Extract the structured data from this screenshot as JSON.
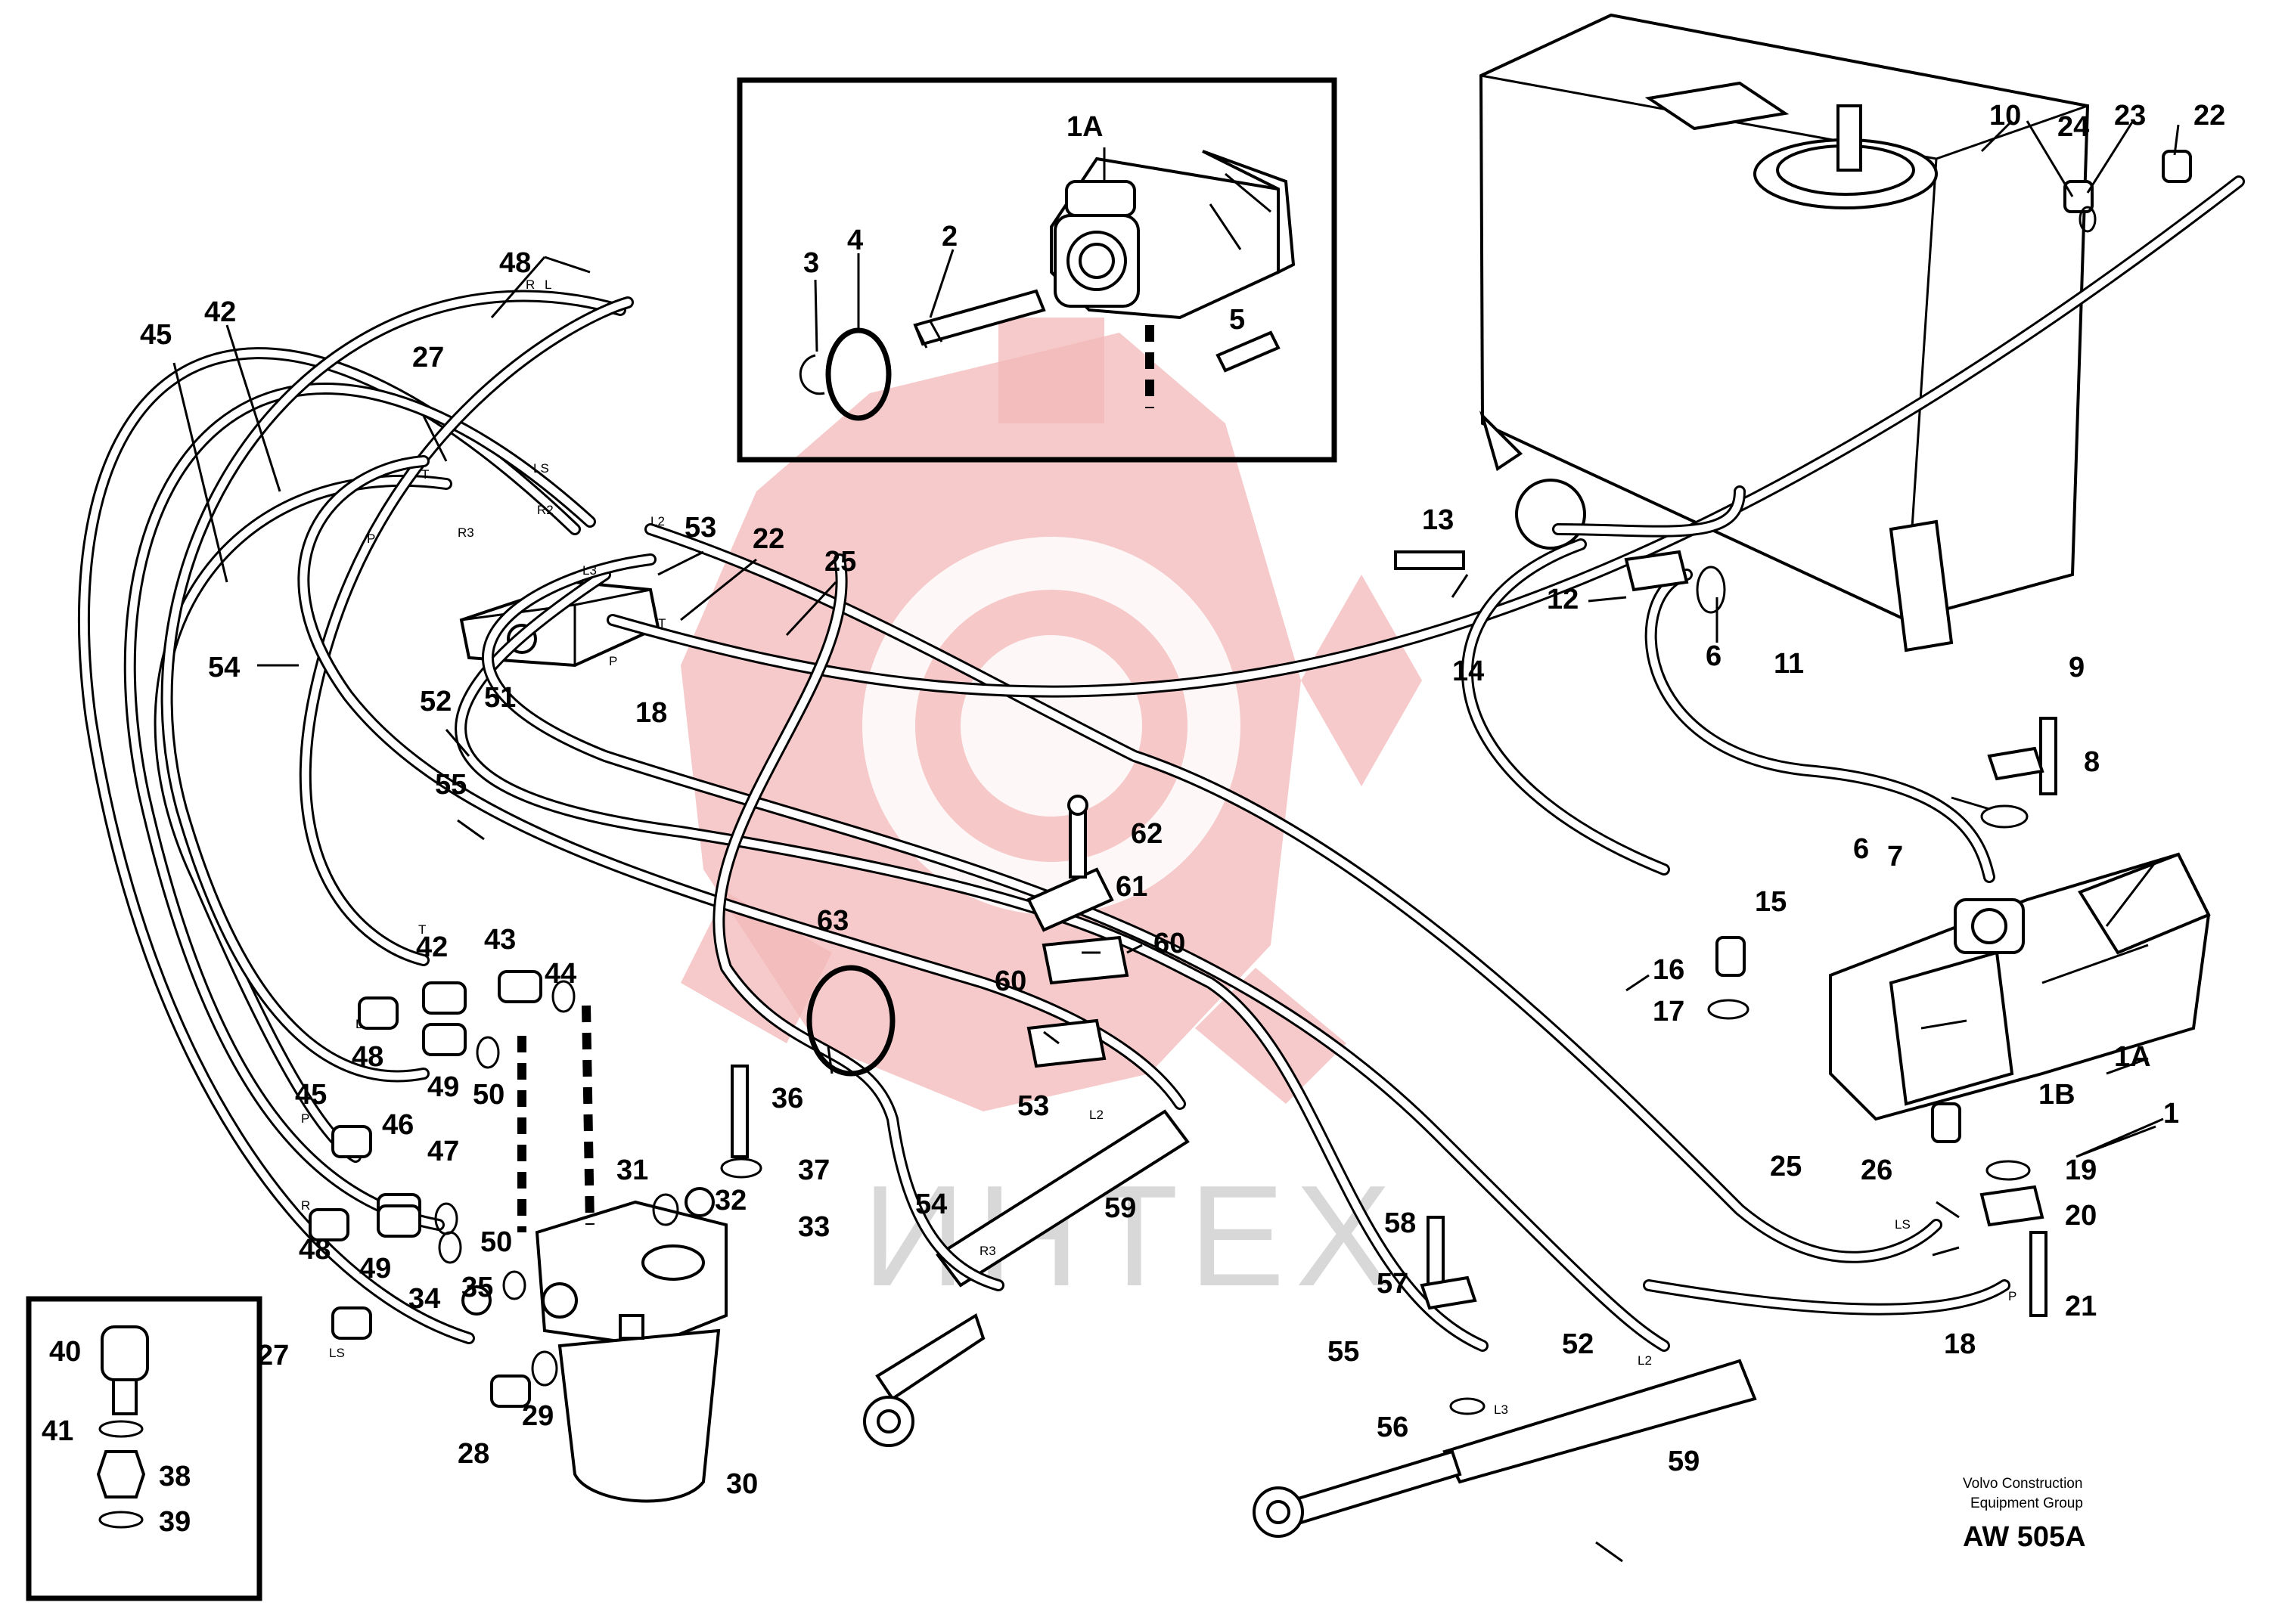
{
  "watermark": {
    "text": "ИНТЕХ",
    "color": "#f3b8b8"
  },
  "footer": {
    "company_line1": "Volvo Construction",
    "company_line2": "Equipment Group",
    "code": "AW 505A"
  },
  "callouts": {
    "c1": "1",
    "c1A_inset": "1A",
    "c1A_main": "1A",
    "c1B": "1B",
    "c2": "2",
    "c3": "3",
    "c4": "4",
    "c5": "5",
    "c6a": "6",
    "c6b": "6",
    "c7": "7",
    "c8": "8",
    "c9": "9",
    "c10": "10",
    "c11": "11",
    "c12": "12",
    "c13": "13",
    "c14": "14",
    "c15": "15",
    "c16": "16",
    "c17": "17",
    "c18a": "18",
    "c18b": "18",
    "c19": "19",
    "c20": "20",
    "c21": "21",
    "c22a": "22",
    "c22b": "22",
    "c23": "23",
    "c24": "24",
    "c25a": "25",
    "c25b": "25",
    "c26": "26",
    "c27a": "27",
    "c27b": "27",
    "c28": "28",
    "c29": "29",
    "c30": "30",
    "c31": "31",
    "c32": "32",
    "c33": "33",
    "c34": "34",
    "c35": "35",
    "c36": "36",
    "c37": "37",
    "c38": "38",
    "c39": "39",
    "c40": "40",
    "c41": "41",
    "c42a": "42",
    "c42b": "42",
    "c43": "43",
    "c44": "44",
    "c45a": "45",
    "c45b": "45",
    "c46": "46",
    "c47": "47",
    "c48a": "48",
    "c48b": "48",
    "c48c": "48",
    "c49a": "49",
    "c49b": "49",
    "c50a": "50",
    "c50b": "50",
    "c51": "51",
    "c52a": "52",
    "c52b": "52",
    "c53a": "53",
    "c53b": "53",
    "c54a": "54",
    "c54b": "54",
    "c55a": "55",
    "c55b": "55",
    "c56": "56",
    "c57": "57",
    "c58": "58",
    "c59a": "59",
    "c59b": "59",
    "c60a": "60",
    "c60b": "60",
    "c61": "61",
    "c62": "62",
    "c63": "63"
  },
  "port_labels": {
    "R_48": "R",
    "L_48": "L",
    "LS_top": "LS",
    "T_top": "T",
    "P_top": "P",
    "R3_top": "R3",
    "R2": "R2",
    "L2_top": "L2",
    "L3_top": "L3",
    "T_valve": "T",
    "P_valve": "P",
    "T_42": "T",
    "L_48b": "L",
    "P_45": "P",
    "R_48c": "R",
    "LS_27": "LS",
    "L2_cyl": "L2",
    "R3_cyl": "R3",
    "L2_cyl2": "L2",
    "L3_cyl2": "L3",
    "LS_25": "LS",
    "P_18": "P"
  }
}
